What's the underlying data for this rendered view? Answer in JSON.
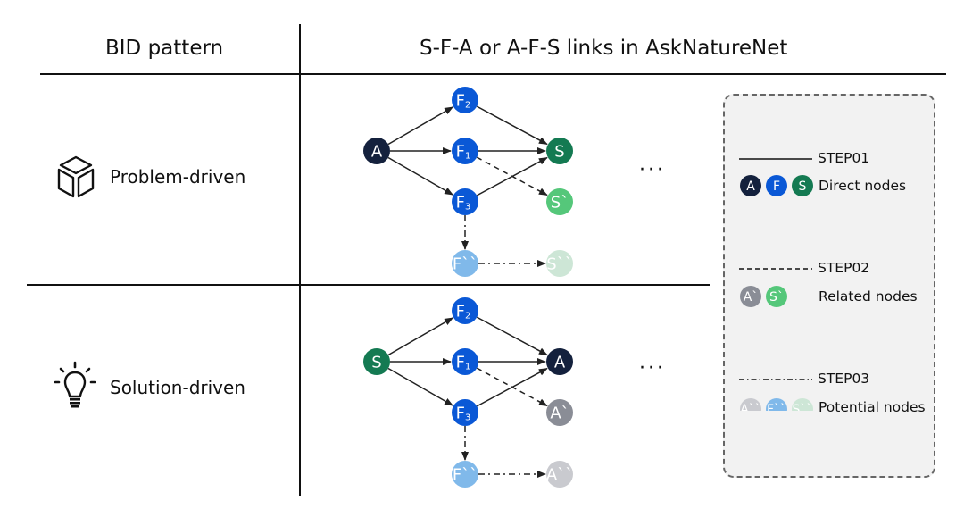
{
  "header": {
    "col1": "BID pattern",
    "col2": "S-F-A or A-F-S links in AskNatureNet"
  },
  "rows": [
    {
      "label": "Problem-driven",
      "icon": "cube-icon",
      "nodes": {
        "source": {
          "label": "A",
          "color": "#14213d"
        },
        "f2": {
          "label": "F",
          "sub": "2",
          "color": "#0a58d6"
        },
        "f1": {
          "label": "F",
          "sub": "1",
          "color": "#0a58d6"
        },
        "f3": {
          "label": "F",
          "sub": "3",
          "color": "#0a58d6"
        },
        "target": {
          "label": "S",
          "color": "#147a52"
        },
        "related": {
          "label": "S`",
          "color": "#55c77a"
        },
        "potential_f": {
          "label": "F``",
          "color": "#80b9ea"
        },
        "potential_t": {
          "label": "S``",
          "color": "#cde6d6"
        }
      },
      "ellipsis": "···"
    },
    {
      "label": "Solution-driven",
      "icon": "lightbulb-icon",
      "nodes": {
        "source": {
          "label": "S",
          "color": "#147a52"
        },
        "f2": {
          "label": "F",
          "sub": "2",
          "color": "#0a58d6"
        },
        "f1": {
          "label": "F",
          "sub": "1",
          "color": "#0a58d6"
        },
        "f3": {
          "label": "F",
          "sub": "3",
          "color": "#0a58d6"
        },
        "target": {
          "label": "A",
          "color": "#14213d"
        },
        "related": {
          "label": "A`",
          "color": "#8a8d96"
        },
        "potential_f": {
          "label": "F``",
          "color": "#80b9ea"
        },
        "potential_t": {
          "label": "A``",
          "color": "#c9cacf"
        }
      },
      "ellipsis": "···"
    }
  ],
  "legend": [
    {
      "step": "STEP01",
      "line_style": "solid",
      "description": "Direct nodes",
      "nodes": [
        {
          "label": "A",
          "color": "#14213d"
        },
        {
          "label": "F",
          "color": "#0a58d6"
        },
        {
          "label": "S",
          "color": "#147a52"
        }
      ]
    },
    {
      "step": "STEP02",
      "line_style": "dashed",
      "description": "Related nodes",
      "nodes": [
        {
          "label": "A`",
          "color": "#8a8d96"
        },
        {
          "label": "S`",
          "color": "#55c77a"
        }
      ]
    },
    {
      "step": "STEP03",
      "line_style": "dash-dot",
      "description": "Potential nodes",
      "nodes": [
        {
          "label": "A``",
          "color": "#c9cacf"
        },
        {
          "label": "F``",
          "color": "#80b9ea"
        },
        {
          "label": "S``",
          "color": "#cde6d6"
        }
      ]
    }
  ]
}
